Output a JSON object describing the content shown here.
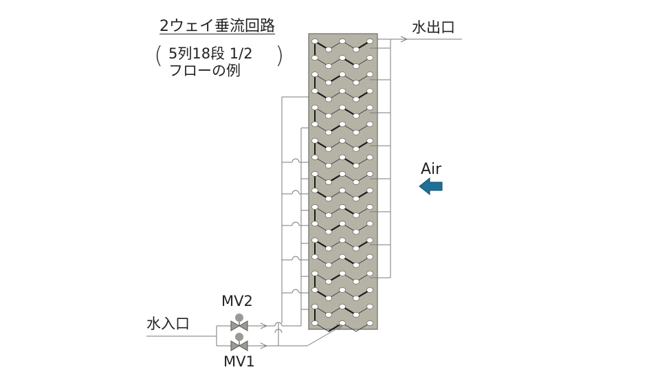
{
  "labels": {
    "title": "2ウェイ垂流回路",
    "subtitle_line1": "5列18段 1/2",
    "subtitle_line2": "フローの例",
    "outlet": "水出口",
    "inlet": "水入口",
    "valve_top": "MV2",
    "valve_bottom": "MV1",
    "air": "Air"
  },
  "colors": {
    "coil_fill": "#b5b3a5",
    "coil_border": "#6e6d66",
    "tube": "#ffffff",
    "pipe": "#7a7a7a",
    "flow_path": "#1a1a1a",
    "valve": "#9a9a94",
    "air_arrow": "#1f6f96"
  },
  "coil": {
    "columns": 5,
    "rows": 18
  },
  "air_arrow_icon": "arrow-left-icon"
}
